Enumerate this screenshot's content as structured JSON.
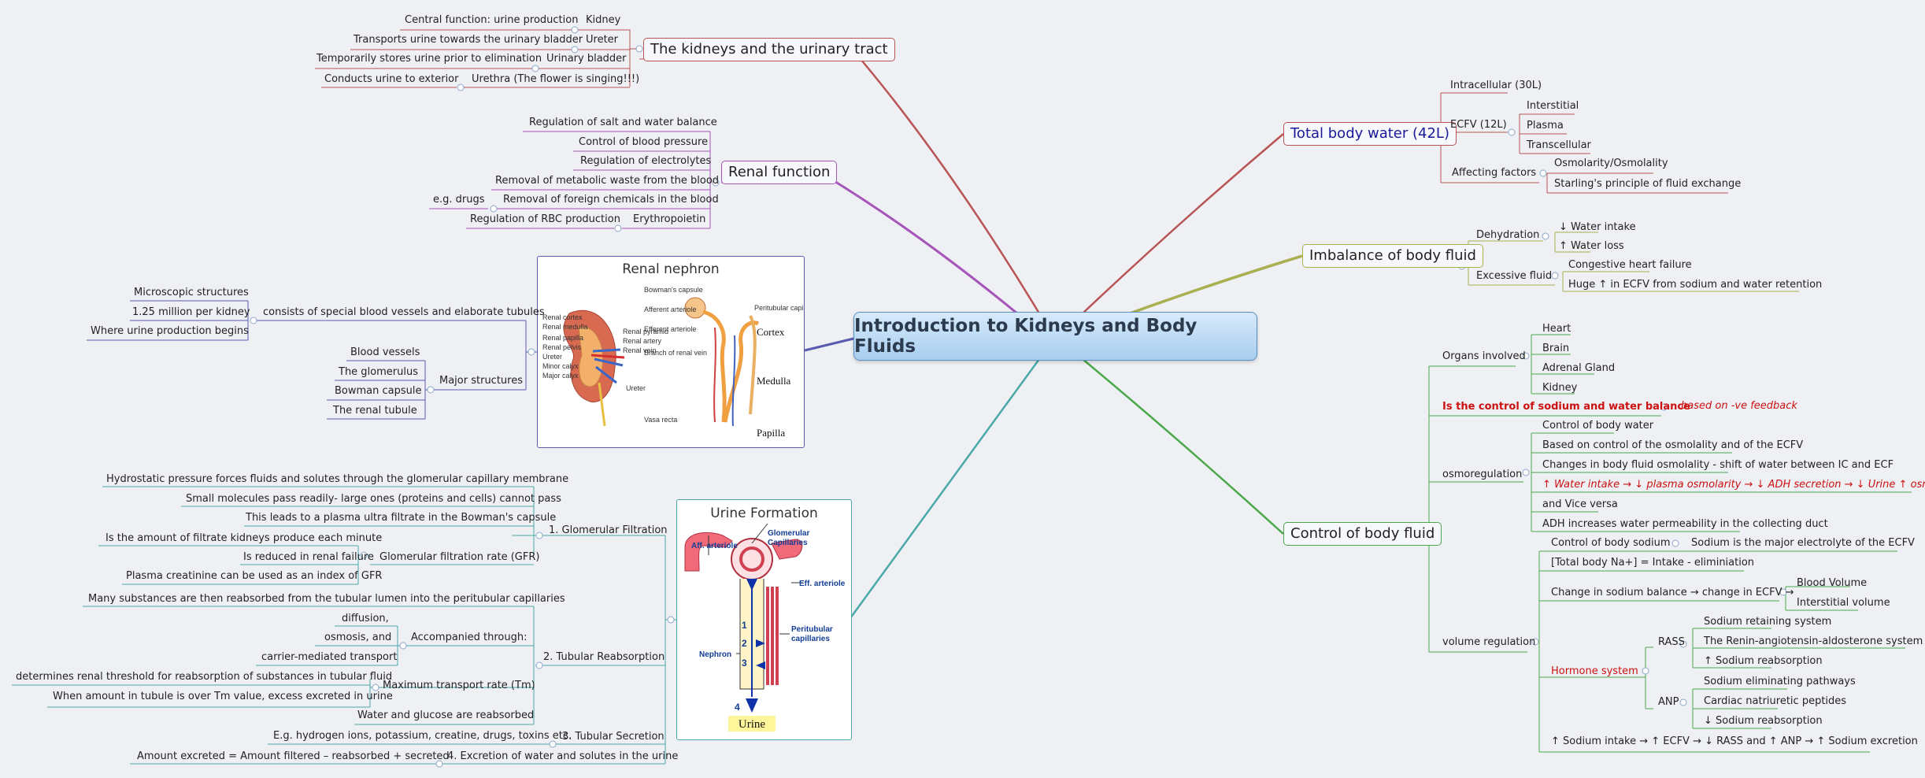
{
  "central_topic": "Introduction to Kidneys and Body Fluids",
  "kidneys_tract": {
    "title": "The kidneys and the urinary tract",
    "items": [
      {
        "label": "Kidney",
        "note": "Central function: urine production"
      },
      {
        "label": "Ureter",
        "note": "Transports urine towards the urinary bladder"
      },
      {
        "label": "Urinary bladder",
        "note": "Temporarily stores urine prior to elimination"
      },
      {
        "label": "Urethra (The flower is singing!!!)",
        "note": "Conducts urine to exterior"
      }
    ]
  },
  "renal_function": {
    "title": "Renal function",
    "items": [
      "Regulation of salt and water balance",
      "Control of blood pressure",
      "Regulation of electrolytes",
      "Removal of metabolic waste from the blood",
      "Removal of foreign chemicals in the blood",
      "Regulation of RBC production"
    ],
    "foreign_note": "e.g. drugs",
    "rbc_note": "Erythropoietin"
  },
  "renal_nephron": {
    "title": "Renal nephron",
    "desc": "consists of special blood vessels and elaborate tubules",
    "desc_children": [
      "Microscopic structures",
      "1.25 million per kidney",
      "Where urine production begins"
    ],
    "major_label": "Major structures",
    "major_children": [
      "Blood vessels",
      "The glomerulus",
      "Bowman capsule",
      "The renal  tubule"
    ],
    "image_labels": {
      "cortex": "Cortex",
      "medulla": "Medulla",
      "papilla": "Papilla"
    }
  },
  "urine_formation": {
    "title": "Urine Formation",
    "glomerular_filtration": {
      "label": "1. Glomerular Filtration",
      "items": [
        "Hydrostatic pressure forces fluids and solutes through the glomerular capillary membrane",
        "Small molecules pass readily- large ones (proteins and cells) cannot pass",
        "This leads to a plasma ultra filtrate in the Bowman's capsule"
      ],
      "gfr_label": "Glomerular filtration rate (GFR)",
      "gfr_items": [
        "Is the amount of filtrate kidneys produce each minute",
        "Is reduced in renal failure",
        "Plasma creatinine can be used as an index of GFR"
      ]
    },
    "tubular_reabsorption": {
      "label": "2. Tubular Reabsorption",
      "first": "Many substances are then reabsorbed from the tubular lumen into the peritubular capillaries",
      "accompanied_label": "Accompanied through:",
      "accompanied_items": [
        "diffusion,",
        "osmosis, and",
        "carrier-mediated transport"
      ],
      "tm_label": "Maximum transport rate (Tm)",
      "tm_items": [
        "determines renal threshold for reabsorption of substances in tubular fluid",
        "When amount in tubule is over Tm value, excess excreted in urine"
      ],
      "last": "Water and glucose are reabsorbed"
    },
    "tubular_secretion": {
      "label": "3. Tubular Secretion",
      "note": "E.g. hydrogen ions, potassium, creatine, drugs, toxins etc."
    },
    "excretion": {
      "label": "4. Excretion of water and solutes in the urine",
      "note": "Amount excreted = Amount filtered  – reabsorbed + secreted"
    },
    "image_labels": {
      "aff": "Aff. arteriole",
      "glom": "Glomerular",
      "cap": "Capillaries",
      "eff": "Eff. arteriole",
      "nephron": "Nephron",
      "peri1": "Peritubular",
      "peri2": "capillaries",
      "n1": "1",
      "n2": "2",
      "n3": "3",
      "n4": "4",
      "urine": "Urine"
    }
  },
  "total_body_water": {
    "title": "Total body water (42L)",
    "intracellular": "Intracellular (30L)",
    "ecfv": "ECFV (12L)",
    "ecfv_items": [
      "Interstitial",
      "Plasma",
      "Transcellular"
    ],
    "affecting": "Affecting factors",
    "affecting_items": [
      "Osmolarity/Osmolality",
      "Starling's principle of fluid exchange"
    ]
  },
  "imbalance": {
    "title": "Imbalance of body fluid",
    "dehydration": "Dehydration",
    "dehydration_items": [
      "↓ Water intake",
      "↑ Water loss"
    ],
    "excessive": "Excessive fluid",
    "excessive_items": [
      "Congestive heart failure",
      "Huge ↑ in ECFV from sodium and water retention"
    ]
  },
  "control": {
    "title": "Control of body fluid",
    "organs_label": "Organs involved",
    "organs": [
      "Heart",
      "Brain",
      "Adrenal Gland",
      "Kidney"
    ],
    "sodium_water": "Is the control of sodium and water balance",
    "sodium_water_note": "based on -ve feedback",
    "osmoregulation": "osmoregulation",
    "osmo_items": [
      "Control of body water",
      "Based on control of the  osmolality and of the ECFV",
      "Changes in  body  fluid osmolality - shift of water between IC and ECF",
      "↑ Water intake → ↓ plasma osmolarity → ↓ ADH secretion → ↓ Urine ↑ osmolarity",
      "and Vice versa",
      "ADH increases water permeability in the collecting duct"
    ],
    "volume": "volume regulation",
    "control_sodium": "Control of  body sodium",
    "control_sodium_note": "Sodium is the major electrolyte of the ECFV",
    "total_na": "[Total body Na+]  = Intake - eliminiation",
    "change_na": "Change in sodium balance → change in ECFV →",
    "change_na_items": [
      "Blood Volume",
      "Interstitial volume"
    ],
    "hormone": "Hormone system",
    "rass": "RASS",
    "rass_items": [
      "Sodium retaining system",
      "The Renin-angiotensin-aldosterone system",
      "↑ Sodium reabsorption"
    ],
    "anp": "ANP",
    "anp_items": [
      "Sodium eliminating pathways",
      "Cardiac natriuretic peptides",
      "↓ Sodium reabsorption"
    ],
    "final": "↑ Sodium intake → ↑ ECFV → ↓ RASS and ↑ ANP → ↑ Sodium excretion"
  },
  "colors": {
    "kidneys_branch": "#b85454",
    "renal_branch": "#a655b8",
    "nephron_branch": "#5a5ab0",
    "urine_branch": "#4aa8a8",
    "water_branch": "#b85454",
    "imbalance_branch": "#a8b050",
    "control_branch": "#4aa84a"
  }
}
